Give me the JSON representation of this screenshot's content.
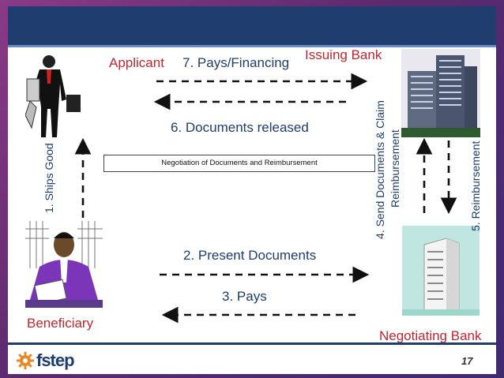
{
  "diagram": {
    "applicant": "Applicant",
    "issuing_bank": "Issuing Bank",
    "beneficiary": "Beneficiary",
    "negotiating_bank": "Negotiating Bank",
    "step_7": "7.  Pays/Financing",
    "step_6": "6. Documents released",
    "step_1": "1.  Ships Good",
    "step_2": "2. Present  Documents",
    "step_3": "3.  Pays",
    "step_4_line1": "4. Send Documents & Claim",
    "step_4_line2": "Reimbursement",
    "step_5": "5. Reimbursement",
    "negotiation_box": "Negotiation of Documents and Reimbursement"
  },
  "footer": {
    "logo_text": "fstep",
    "page_number": "17"
  },
  "colors": {
    "title_bar": "#1f3d6e",
    "label_red": "#c0262f",
    "label_dark": "#1f3d6e",
    "logo_gear": "#e8892a"
  }
}
